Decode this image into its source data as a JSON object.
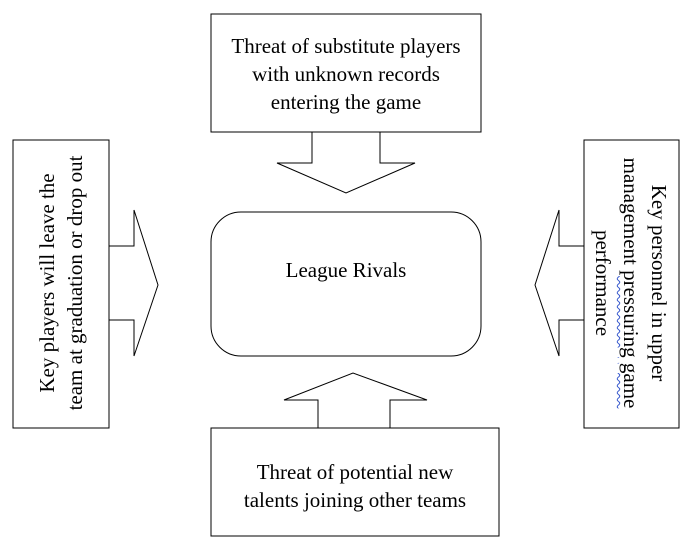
{
  "center": {
    "label": "League Rivals"
  },
  "top": {
    "text": "Threat of substitute players with unknown records entering the game"
  },
  "bottom": {
    "text": "Threat of potential new talents joining other teams"
  },
  "left": {
    "text": "Key players will leave the team at graduation or drop out"
  },
  "right": {
    "text_before": "Key personnel in upper management ",
    "flagged_word": "pressuring",
    "text_mid": " ",
    "flagged_word_2": "game",
    "text_after": " performance"
  },
  "colors": {
    "stroke": "#000000",
    "fill": "#ffffff",
    "spellcheck": "#3355cc"
  }
}
